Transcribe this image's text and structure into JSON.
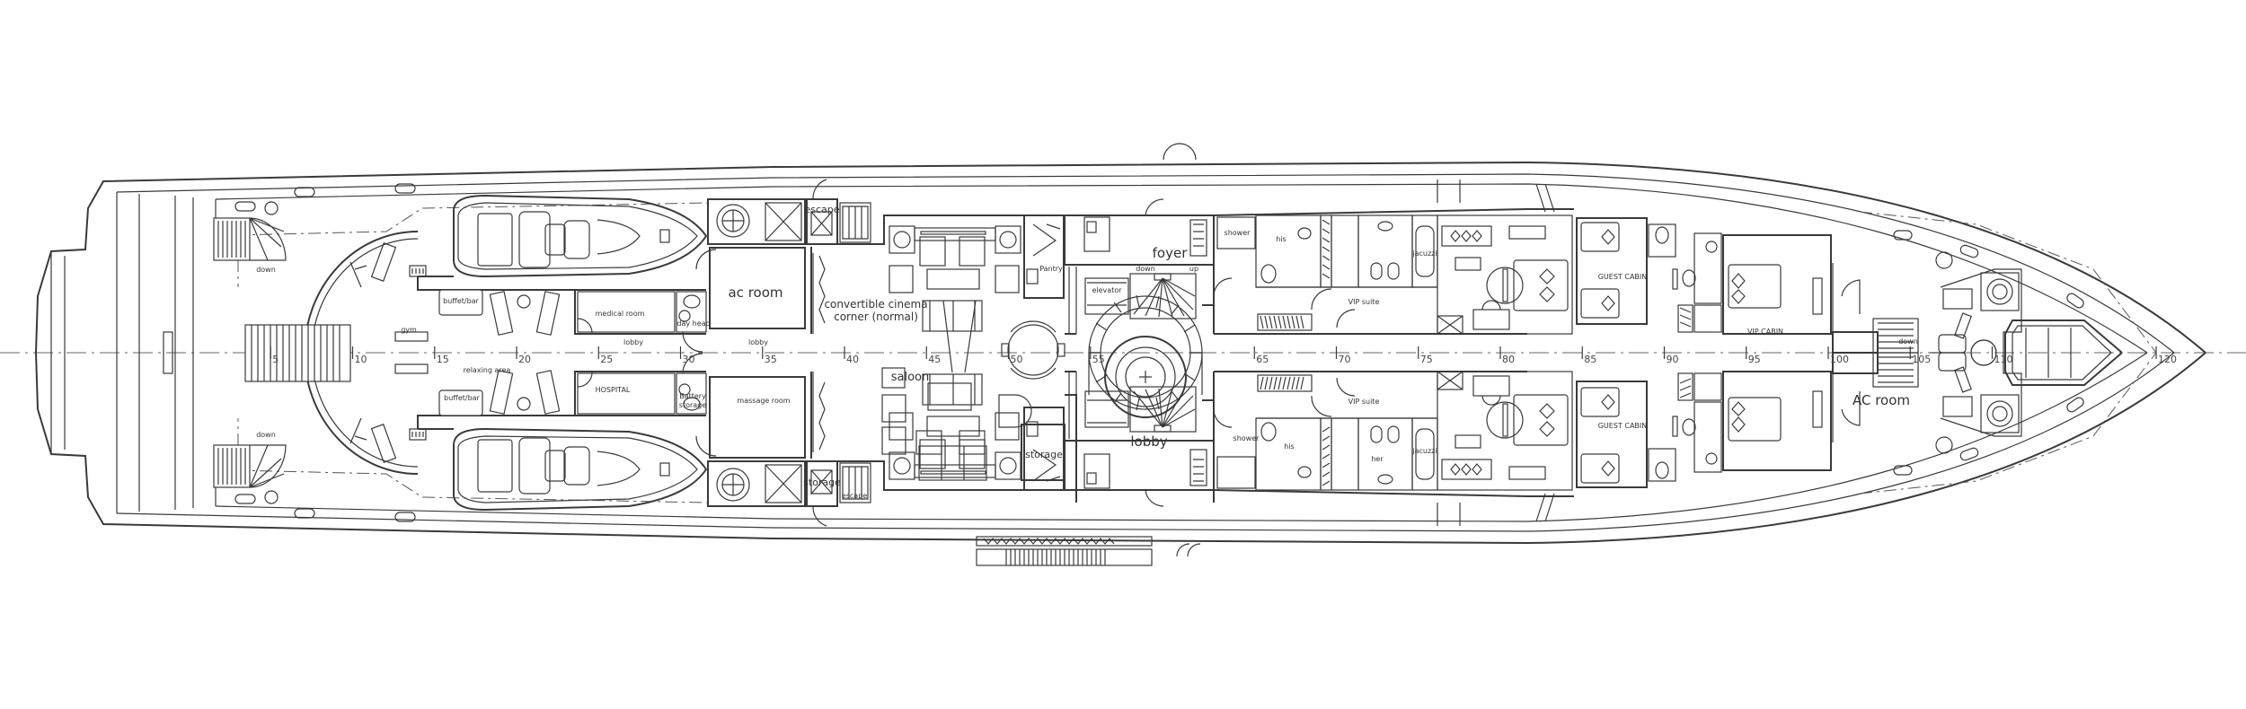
{
  "title": "Yacht main deck general arrangement plan",
  "labels": {
    "down_aft_port": "down",
    "down_aft_stbd": "down",
    "gym": "gym",
    "relaxing_area": "relaxing area",
    "buffet_bar_1": "buffet/bar",
    "buffet_bar_2": "buffet/bar",
    "medical_room": "medical room",
    "day_head": "day head",
    "lobby_aft": "lobby",
    "hospital": "HOSPITAL",
    "battery_storage_1": "Battery",
    "battery_storage_2": "storage",
    "ac_room_aft": "ac room",
    "lobby_mid": "lobby",
    "massage_room": "massage room",
    "escape_1": "escape",
    "escape_2": "escape",
    "storage_1": "storage",
    "cinema_1": "convertible cinema",
    "cinema_2": "corner (normal)",
    "saloon": "saloon",
    "pantry": "Pantry",
    "elevator": "elevator",
    "foyer": "foyer",
    "foyer_down": "down",
    "foyer_up": "up",
    "lobby_main": "lobby",
    "storage_2": "storage",
    "shower_1": "shower",
    "shower_2": "shower",
    "his_1": "his",
    "his_2": "his",
    "her": "her",
    "jacuzzi_1": "jacuzzi",
    "jacuzzi_2": "jacuzzi",
    "vip_suite_1": "VIP suite",
    "vip_suite_2": "VIP suite",
    "guest_cabin_1": "GUEST CABIN",
    "guest_cabin_2": "GUEST CABIN",
    "vip_cabin": "VIP CABIN",
    "ac_room_fwd": "AC room",
    "bow_down": "down"
  },
  "frames": [
    5,
    10,
    15,
    20,
    25,
    30,
    35,
    40,
    45,
    50,
    55,
    65,
    70,
    75,
    80,
    85,
    90,
    95,
    100,
    105,
    110,
    120
  ],
  "colors": {
    "line": "#3a3a3a",
    "background": "#ffffff"
  }
}
